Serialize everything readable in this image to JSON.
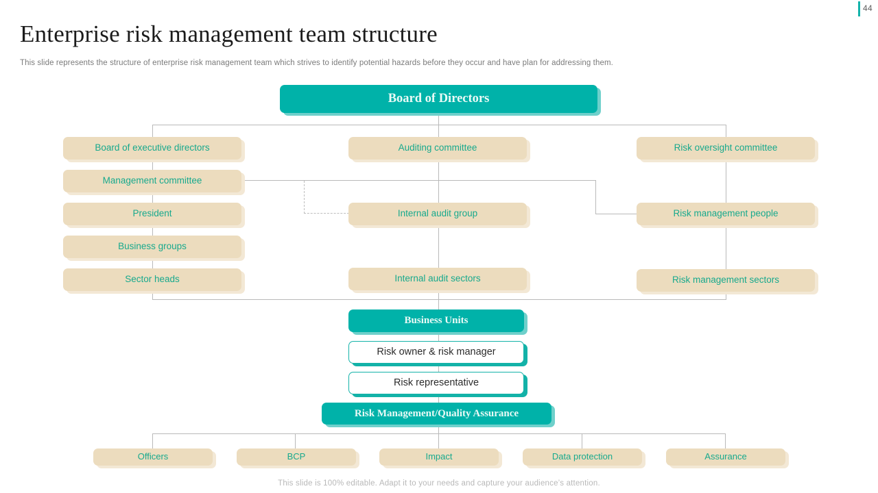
{
  "slide": {
    "page_number": "44",
    "title": "Enterprise risk management team structure",
    "subtitle": "This slide represents the structure of enterprise risk management team which strives to identify potential hazards before they occur and have plan for addressing them.",
    "footer": "This slide is 100% editable. Adapt it to your needs and capture your audience’s attention."
  },
  "colors": {
    "teal_fill": "#00B2A9",
    "teal_text": "#17A98D",
    "beige_fill": "#ECDCBE",
    "beige_shadow": "#F3E8D5",
    "teal_shadow": "#6FD0CB",
    "outline_border": "#13B2A8",
    "connector": "#B9B9B9",
    "title_color": "#1B1B1B",
    "subtitle_color": "#7B7B7B",
    "footer_color": "#B8B8B8"
  },
  "chart_data": {
    "type": "org-chart",
    "title": "Enterprise risk management team structure",
    "root": "Board of Directors",
    "levels": [
      {
        "level": 0,
        "nodes": [
          {
            "id": "board-of-directors",
            "label": "Board of Directors",
            "style": "teal"
          }
        ]
      },
      {
        "level": 1,
        "nodes": [
          {
            "id": "board-of-executive-directors",
            "label": "Board of executive directors",
            "style": "beige",
            "column": "left"
          },
          {
            "id": "auditing-committee",
            "label": "Auditing committee",
            "style": "beige",
            "column": "center"
          },
          {
            "id": "risk-oversight-committee",
            "label": "Risk oversight committee",
            "style": "beige",
            "column": "right"
          }
        ]
      },
      {
        "level": 2,
        "nodes": [
          {
            "id": "management-committee",
            "label": "Management committee",
            "style": "beige",
            "column": "left"
          }
        ]
      },
      {
        "level": 3,
        "nodes": [
          {
            "id": "president",
            "label": "President",
            "style": "beige",
            "column": "left"
          },
          {
            "id": "internal-audit-group",
            "label": "Internal audit group",
            "style": "beige",
            "column": "center"
          },
          {
            "id": "risk-management-people",
            "label": "Risk management people",
            "style": "beige",
            "column": "right"
          }
        ]
      },
      {
        "level": 4,
        "nodes": [
          {
            "id": "business-groups",
            "label": "Business groups",
            "style": "beige",
            "column": "left"
          }
        ]
      },
      {
        "level": 5,
        "nodes": [
          {
            "id": "sector-heads",
            "label": "Sector heads",
            "style": "beige",
            "column": "left"
          },
          {
            "id": "internal-audit-sectors",
            "label": "Internal audit sectors",
            "style": "beige",
            "column": "center"
          },
          {
            "id": "risk-management-sectors",
            "label": "Risk management sectors",
            "style": "beige",
            "column": "right"
          }
        ]
      },
      {
        "level": 6,
        "nodes": [
          {
            "id": "business-units",
            "label": "Business Units",
            "style": "teal",
            "column": "center"
          }
        ]
      },
      {
        "level": 7,
        "nodes": [
          {
            "id": "risk-owner-risk-manager",
            "label": "Risk owner & risk manager",
            "style": "outline",
            "column": "center"
          }
        ]
      },
      {
        "level": 8,
        "nodes": [
          {
            "id": "risk-representative",
            "label": "Risk representative",
            "style": "outline",
            "column": "center"
          }
        ]
      },
      {
        "level": 9,
        "nodes": [
          {
            "id": "risk-management-quality-assurance",
            "label": "Risk Management/Quality Assurance",
            "style": "teal",
            "column": "center"
          }
        ]
      },
      {
        "level": 10,
        "nodes": [
          {
            "id": "officers",
            "label": "Officers",
            "style": "beige"
          },
          {
            "id": "bcp",
            "label": "BCP",
            "style": "beige"
          },
          {
            "id": "impact",
            "label": "Impact",
            "style": "beige"
          },
          {
            "id": "data-protection",
            "label": "Data protection",
            "style": "beige"
          },
          {
            "id": "assurance",
            "label": "Assurance",
            "style": "beige"
          }
        ]
      }
    ],
    "edges": [
      {
        "from": "board-of-directors",
        "to": "board-of-executive-directors",
        "style": "solid"
      },
      {
        "from": "board-of-directors",
        "to": "auditing-committee",
        "style": "solid"
      },
      {
        "from": "board-of-directors",
        "to": "risk-oversight-committee",
        "style": "solid"
      },
      {
        "from": "board-of-executive-directors",
        "to": "management-committee",
        "style": "solid"
      },
      {
        "from": "management-committee",
        "to": "president",
        "style": "solid"
      },
      {
        "from": "management-committee",
        "to": "risk-management-people",
        "style": "solid"
      },
      {
        "from": "auditing-committee",
        "to": "internal-audit-group",
        "style": "solid"
      },
      {
        "from": "internal-audit-group",
        "to": "internal-audit-group-dashed",
        "style": "dashed"
      },
      {
        "from": "risk-oversight-committee",
        "to": "risk-management-people",
        "style": "solid"
      },
      {
        "from": "president",
        "to": "business-groups",
        "style": "solid"
      },
      {
        "from": "business-groups",
        "to": "sector-heads",
        "style": "solid"
      },
      {
        "from": "internal-audit-group",
        "to": "internal-audit-sectors",
        "style": "solid"
      },
      {
        "from": "risk-management-people",
        "to": "risk-management-sectors",
        "style": "solid"
      },
      {
        "from": "sector-heads",
        "to": "business-units",
        "style": "solid"
      },
      {
        "from": "internal-audit-sectors",
        "to": "business-units",
        "style": "solid"
      },
      {
        "from": "risk-management-sectors",
        "to": "business-units",
        "style": "solid"
      },
      {
        "from": "business-units",
        "to": "risk-owner-risk-manager",
        "style": "solid"
      },
      {
        "from": "risk-owner-risk-manager",
        "to": "risk-representative",
        "style": "solid"
      },
      {
        "from": "risk-representative",
        "to": "risk-management-quality-assurance",
        "style": "solid"
      },
      {
        "from": "risk-management-quality-assurance",
        "to": "officers",
        "style": "solid"
      },
      {
        "from": "risk-management-quality-assurance",
        "to": "bcp",
        "style": "solid"
      },
      {
        "from": "risk-management-quality-assurance",
        "to": "impact",
        "style": "solid"
      },
      {
        "from": "risk-management-quality-assurance",
        "to": "data-protection",
        "style": "solid"
      },
      {
        "from": "risk-management-quality-assurance",
        "to": "assurance",
        "style": "solid"
      }
    ]
  }
}
